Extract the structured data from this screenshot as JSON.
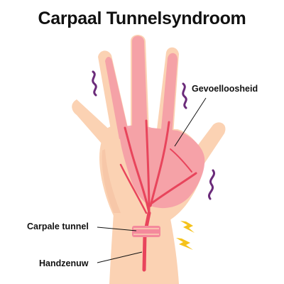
{
  "title": "Carpaal Tunnelsyndroom",
  "labels": {
    "numbness": "Gevoelloosheid",
    "carpal_tunnel": "Carpale tunnel",
    "median_nerve": "Handzenuw"
  },
  "colors": {
    "skin": "#fbd2b3",
    "skin_shadow": "#f2b58f",
    "affected_area": "#f59aa6",
    "nerve": "#e8455c",
    "tingling": "#6b2b7a",
    "pain_bolt": "#f5c21b",
    "text": "#111111"
  },
  "icons": [
    "tingling-squiggle-icon",
    "pain-bolt-icon"
  ]
}
